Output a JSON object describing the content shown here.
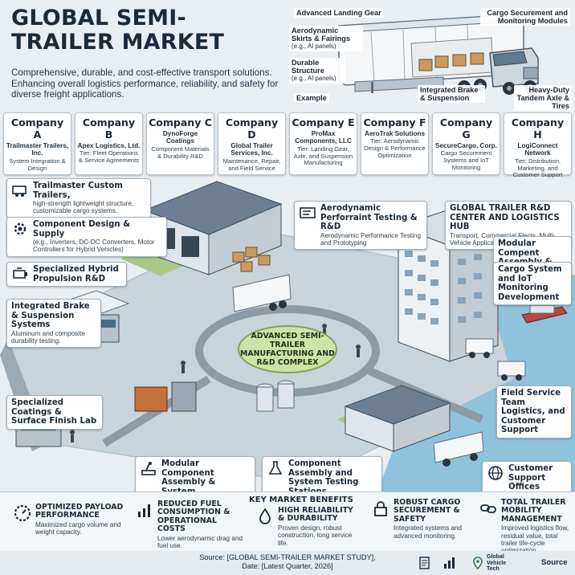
{
  "header": {
    "title": "GLOBAL SEMI-TRAILER MARKET",
    "subtitle": "Comprehensive, durable, and cost-effective transport solutions. Enhancing overall logistics performance, reliability, and safety for diverse freight applications."
  },
  "trailer_callouts": {
    "landing_gear": "Advanced Landing Gear",
    "skirts": "Aerodynamic Skirts & Fairings",
    "skirts_sub": "(e.g., Al panels)",
    "durable": "Durable Structure",
    "durable_sub": "(e.g., Al panels)",
    "example": "Example",
    "cargo_modules": "Cargo Securement and Monitoring Modules",
    "brake": "Integrated Brake & Suspension",
    "tandem": "Heavy-Duty Tandem Axle & Tires"
  },
  "companies": [
    {
      "name": "Company A",
      "firm": "Trailmaster Trailers, Inc.",
      "role": "System Integration & Design"
    },
    {
      "name": "Company B",
      "firm": "Apex Logistics, Ltd.",
      "role": "Tier: Fleet Operations & Service Agreements"
    },
    {
      "name": "Company C",
      "firm": "DynoForge Coatings",
      "role": "Component Materials & Durability R&D"
    },
    {
      "name": "Company D",
      "firm": "Global Trailer Services, Inc.",
      "role": "Maintenance, Repair, and Field Service"
    },
    {
      "name": "Company E",
      "firm": "ProMax Components, LLC",
      "role": "Tier: Landing Gear, Axle, and Suspension Manufacturing"
    },
    {
      "name": "Company F",
      "firm": "AeroTrak Solutions",
      "role": "Tier: Aerodynamic Design & Performance Optimization"
    },
    {
      "name": "Company G",
      "firm": "SecureCargo, Corp.",
      "role": "Cargo Securement Systems and IoT Monitoring"
    },
    {
      "name": "Company H",
      "firm": "LogiConnect Network",
      "role": "Tier: Distribution, Marketing, and Customer Support"
    }
  ],
  "scene": {
    "center": "ADVANCED SEMI-TRAILER MANUFACTURING AND R&D COMPLEX",
    "trailmaster": {
      "head": "Trailmaster Custom Trailers,",
      "sub": "high-strength lightweight structure, customizable cargo systems."
    },
    "component_design": {
      "head": "Component Design & Supply",
      "sub": "(e.g., Inverters, DC-DC Converters, Motor Controllers for Hybrid Vehicles)"
    },
    "hybrid": {
      "head": "Specialized Hybrid Propulsion R&D"
    },
    "brake_systems": {
      "head": "Integrated Brake & Suspension Systems",
      "sub": "Aluminum and composite durability testing."
    },
    "coatings": {
      "head": "Specialized Coatings & Surface Finish Lab"
    },
    "modular_verif": {
      "head": "Modular Component Assembly & System Verification"
    },
    "assembly_testing": {
      "head": "Component Assembly and System Testing Stations"
    },
    "aero_testing": {
      "head": "Aerodynamic Perforraint Testing & R&D",
      "sub": "Aerodynamic Performance Testing and Prototyping"
    },
    "rd_center": {
      "head": "GLOBAL TRAILER R&D CENTER AND LOGISTICS HUB",
      "sub": "Transport, Commercial Flects, Multi-Vehicle Applications"
    },
    "modular_retiq": {
      "head": "Modular Compent Assembly & Retiq."
    },
    "iot_dev": {
      "head": "Cargo System and IoT Monitoring Development"
    },
    "field_service": {
      "head": "Field Service Team Logistics, and Customer Support"
    },
    "support_offices": {
      "head": "Customer Support Offices"
    }
  },
  "benefits": {
    "title": "KEY MARKET BENEFITS",
    "items": [
      {
        "head": "OPTIMIZED PAYLOAD PERFORMANCE",
        "sub": "Maximized cargo volume and weight capacity."
      },
      {
        "head": "REDUCED FUEL CONSUMPTION & OPERATIONAL COSTS",
        "sub": "Lower aerodynamic drag and fuel use."
      },
      {
        "head": "HIGH RELIABILITY & DURABILITY",
        "sub": "Proven design, robust construction, long service life."
      },
      {
        "head": "ROBUST CARGO SECUREMENT & SAFETY",
        "sub": "Integrated systems and advanced monitoring."
      },
      {
        "head": "TOTAL TRAILER MOBILITY MANAGEMENT",
        "sub": "Improved logistics flow, residual value, total trailer life-cycle optimization."
      }
    ]
  },
  "footer": {
    "source_line1": "Source: [GLOBAL SEMI-TRAILER MARKET STUDY],",
    "source_line2": "Date: [Latest Quarter, 2026]",
    "logo": "Global Vehicle Tech",
    "source_label": "Source"
  },
  "colors": {
    "accent_green": "#7aa45a",
    "water": "#8fc3dc",
    "ground": "#c9d3da",
    "roof": "#6d7f91"
  }
}
